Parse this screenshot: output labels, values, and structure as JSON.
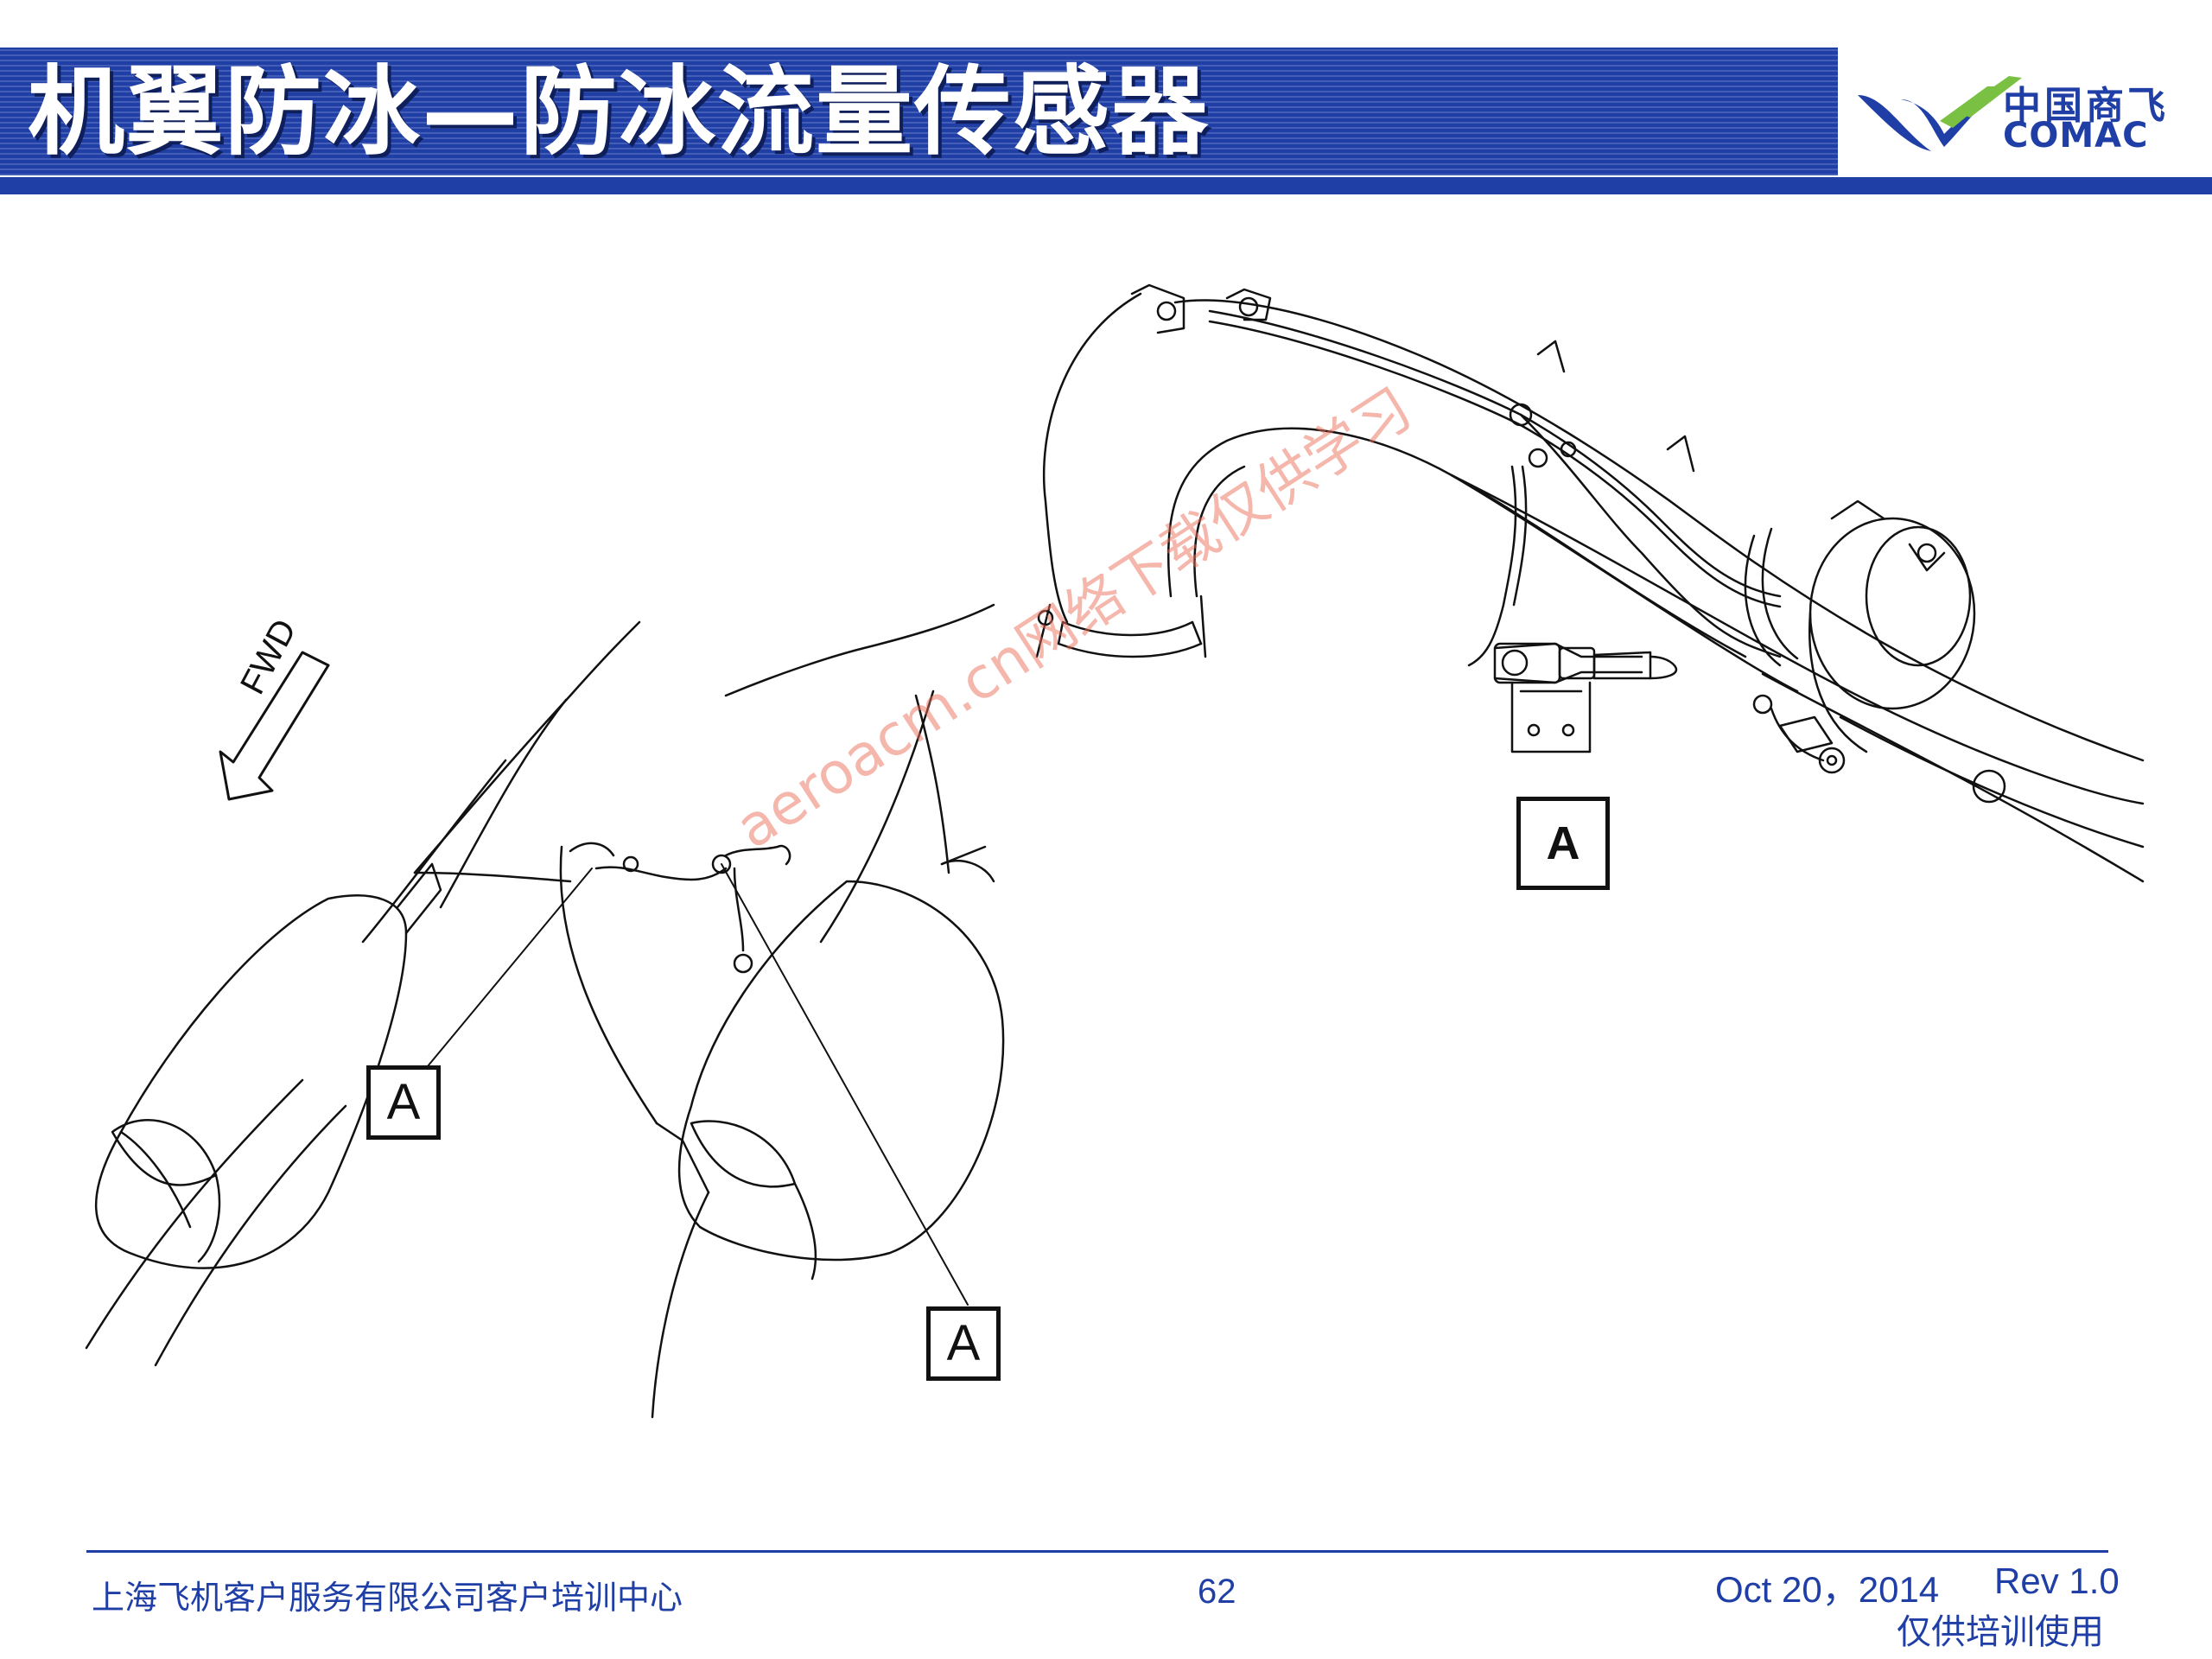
{
  "slide": {
    "title": "机翼防冰—防冰流量传感器"
  },
  "logo": {
    "cn": "中国商飞",
    "en": "COMAC"
  },
  "colors": {
    "brand_blue": "#1f3fa6",
    "logo_green": "#7ac143",
    "watermark": "#ec6e5a"
  },
  "diagram": {
    "direction_label": "FWD",
    "callouts": [
      "A",
      "A",
      "A"
    ]
  },
  "watermark": "aeroacm.cn网络下载仅供学习",
  "footer": {
    "organization": "上海飞机客户服务有限公司客户培训中心",
    "page": "62",
    "date": "Oct 20，2014",
    "revision": "Rev 1.0",
    "note": "仅供培训使用"
  }
}
